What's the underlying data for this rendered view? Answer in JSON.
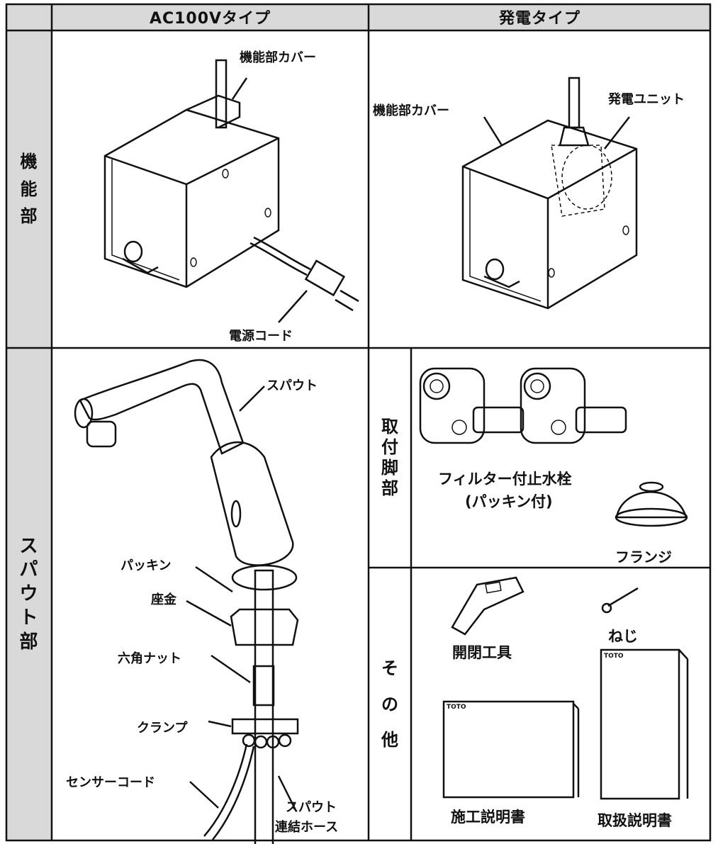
{
  "headers": {
    "ac100v": "AC100Vタイプ",
    "generator": "発電タイプ"
  },
  "row_labels": {
    "function_unit": [
      "機",
      "能",
      "部"
    ],
    "spout": [
      "ス",
      "パ",
      "ウ",
      "ト",
      "部"
    ],
    "mount": [
      "取",
      "付",
      "脚",
      "部"
    ],
    "other": [
      "そ",
      "の",
      "他"
    ]
  },
  "ac100v": {
    "cover_label": "機能部カバー",
    "cord_label": "電源コード"
  },
  "generator": {
    "cover_label": "機能部カバー",
    "unit_label": "発電ユニット"
  },
  "spout": {
    "spout_label": "スパウト",
    "packing_label": "パッキン",
    "washer_label": "座金",
    "nut_label": "六角ナット",
    "clamp_label": "クランプ",
    "sensor_label": "センサーコード",
    "hose_label_1": "スパウト",
    "hose_label_2": "連結ホース"
  },
  "mount": {
    "valve_label_1": "フィルター付止水栓",
    "valve_label_2": "(パッキン付)",
    "flange_label": "フランジ"
  },
  "other": {
    "tool_label": "開閉工具",
    "screw_label": "ねじ",
    "install_manual_label": "施工説明書",
    "user_manual_label": "取扱説明書",
    "manual_brand": "TOTO"
  }
}
